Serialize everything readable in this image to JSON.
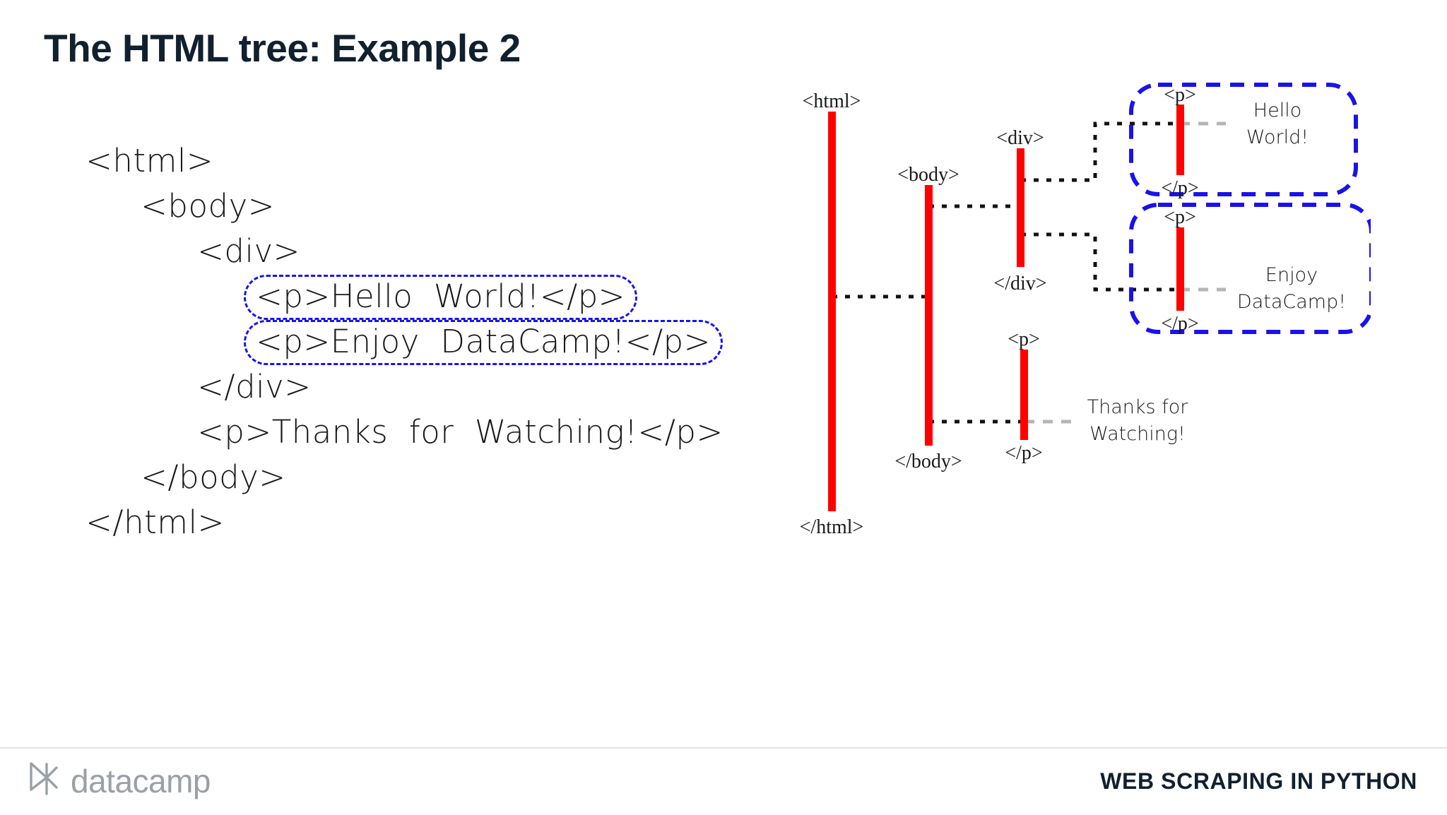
{
  "slide": {
    "title": "The HTML tree: Example 2"
  },
  "code": {
    "lines": [
      {
        "indent": 0,
        "text": "<html>",
        "highlighted": false
      },
      {
        "indent": 1,
        "text": "<body>",
        "highlighted": false
      },
      {
        "indent": 2,
        "text": "<div>",
        "highlighted": false
      },
      {
        "indent": 3,
        "text": "<p>Hello  World!</p>",
        "highlighted": true
      },
      {
        "indent": 3,
        "text": "<p>Enjoy  DataCamp!</p>",
        "highlighted": true
      },
      {
        "indent": 2,
        "text": "</div>",
        "highlighted": false
      },
      {
        "indent": 2,
        "text": "<p>Thanks  for  Watching!</p>",
        "highlighted": false
      },
      {
        "indent": 1,
        "text": "</body>",
        "highlighted": false
      },
      {
        "indent": 0,
        "text": "</html>",
        "highlighted": false
      }
    ]
  },
  "tree": {
    "colors": {
      "bar": "#ff0000",
      "highlight_box": "#1a13e8",
      "connector": "#111111",
      "text_connector": "#b5b5b5"
    },
    "nodes": [
      {
        "id": "html",
        "open_label": "<html>",
        "close_label": "</html>"
      },
      {
        "id": "body",
        "open_label": "<body>",
        "close_label": "</body>"
      },
      {
        "id": "div",
        "open_label": "<div>",
        "close_label": "</div>"
      },
      {
        "id": "p-hello",
        "open_label": "<p>",
        "close_label": "</p>",
        "content": "Hello\nWorld!",
        "highlighted": true
      },
      {
        "id": "p-datacamp",
        "open_label": "<p>",
        "close_label": "</p>",
        "content": "Enjoy\nDataCamp!",
        "highlighted": true
      },
      {
        "id": "p-thanks",
        "open_label": "<p>",
        "close_label": "</p>",
        "content": "Thanks  for\nWatching!",
        "highlighted": false
      }
    ],
    "labels": {
      "html_open": "<html>",
      "html_close": "</html>",
      "body_open": "<body>",
      "body_close": "</body>",
      "div_open": "<div>",
      "div_close": "</div>",
      "p1_open": "<p>",
      "p1_close": "</p>",
      "p1_text_line1": "Hello",
      "p1_text_line2": "World!",
      "p2_open": "<p>",
      "p2_close": "</p>",
      "p2_text_line1": "Enjoy",
      "p2_text_line2": "DataCamp!",
      "p3_open": "<p>",
      "p3_close": "</p>",
      "p3_text_line1": "Thanks  for",
      "p3_text_line2": "Watching!"
    }
  },
  "footer": {
    "brand": "datacamp",
    "course": "WEB SCRAPING IN PYTHON"
  }
}
